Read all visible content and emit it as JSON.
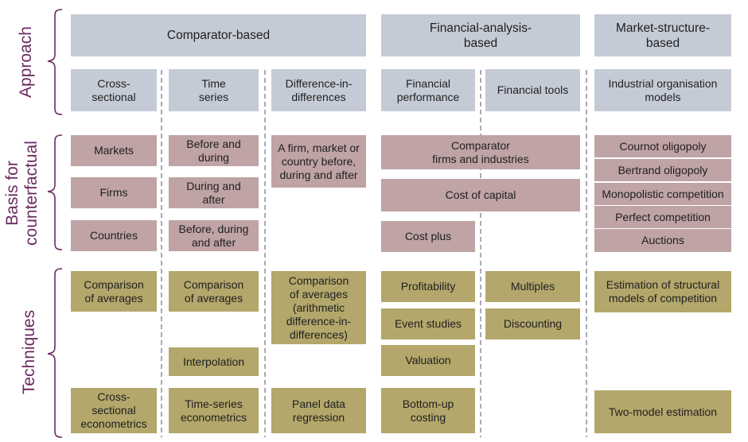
{
  "colors": {
    "approach": "#c5cbd6",
    "basis": "#bfa3a5",
    "techniques": "#b3a76b",
    "brace": "#6b2a62",
    "divider": "#7a6d8a"
  },
  "row_labels": {
    "approach": "Approach",
    "basis": "Basis for\ncounterfactual",
    "techniques": "Techniques"
  },
  "approaches": {
    "comparator": "Comparator-based",
    "financial": "Financial-analysis-\nbased",
    "market": "Market-structure-\nbased"
  },
  "methods": {
    "cross_sectional": "Cross-\nsectional",
    "time_series": "Time\nseries",
    "did": "Difference-in-\ndifferences",
    "financial_performance": "Financial\nperformance",
    "financial_tools": "Financial tools",
    "io_models": "Industrial organisation\nmodels"
  },
  "basis": {
    "cross_sectional": [
      "Markets",
      "Firms",
      "Countries"
    ],
    "time_series": [
      "Before and\nduring",
      "During and\nafter",
      "Before, during\nand after"
    ],
    "did": "A firm, market or\ncountry before,\nduring and after",
    "financial": [
      "Comparator\nfirms and industries",
      "Cost of capital",
      "Cost plus"
    ],
    "market": [
      "Cournot oligopoly",
      "Bertrand oligopoly",
      "Monopolistic competition",
      "Perfect competition",
      "Auctions"
    ]
  },
  "techniques": {
    "cross_sectional": [
      "Comparison\nof averages",
      "Cross-\nsectional\neconometrics"
    ],
    "time_series": [
      "Comparison\nof averages",
      "Interpolation",
      "Time-series\neconometrics"
    ],
    "did": [
      "Comparison\nof averages\n(arithmetic\ndifference-in-\ndifferences)",
      "Panel data\nregression"
    ],
    "financial_performance": [
      "Profitability",
      "Event studies",
      "Valuation",
      "Bottom-up\ncosting"
    ],
    "financial_tools": [
      "Multiples",
      "Discounting"
    ],
    "market": [
      "Estimation of structural\nmodels of competition",
      "Two-model estimation"
    ]
  }
}
